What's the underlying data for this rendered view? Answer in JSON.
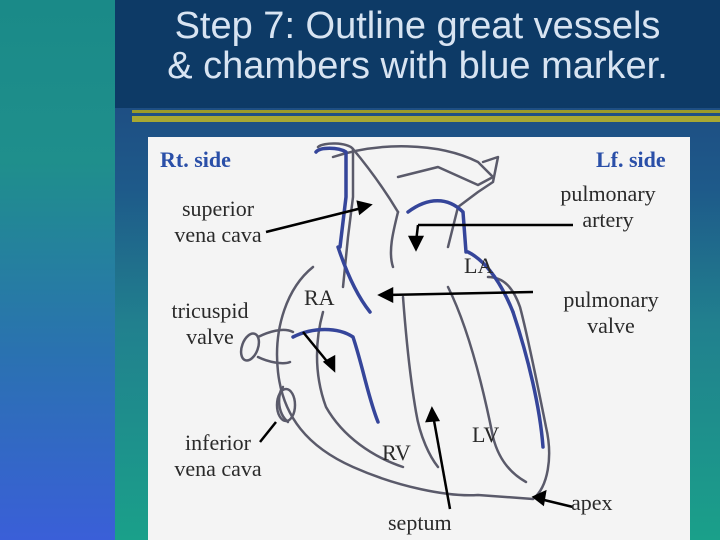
{
  "title": {
    "line1": "Step 7: Outline great vessels",
    "line2": "& chambers with blue marker."
  },
  "labels": {
    "rt_side": "Rt. side",
    "lf_side": "Lf. side",
    "superior_vena_cava_1": "superior",
    "superior_vena_cava_2": "vena cava",
    "pulmonary_artery_1": "pulmonary",
    "pulmonary_artery_2": "artery",
    "la": "LA",
    "ra": "RA",
    "pulmonary_valve_1": "pulmonary",
    "pulmonary_valve_2": "valve",
    "tricuspid_valve_1": "tricuspid",
    "tricuspid_valve_2": "valve",
    "inferior_vena_cava_1": "inferior",
    "inferior_vena_cava_2": "vena cava",
    "rv": "RV",
    "lv": "LV",
    "septum": "septum",
    "apex": "apex"
  },
  "colors": {
    "accent_blue": "#2a4fa8",
    "outline_blue": "#35459a",
    "rule_olive": "#a8a832"
  }
}
